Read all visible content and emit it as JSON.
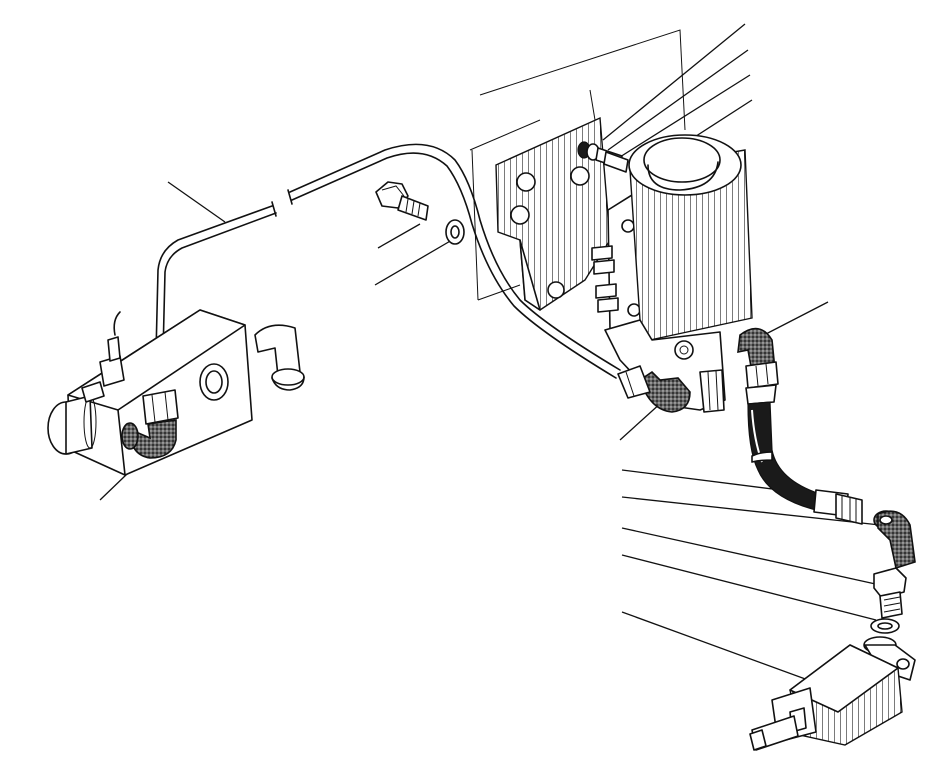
{
  "diagram": {
    "labels": []
  },
  "parts": [
    {
      "id": "distribution-block",
      "icon": "valve-block"
    },
    {
      "id": "rigid-pipe",
      "icon": "pipe"
    },
    {
      "id": "bolt",
      "icon": "bolt"
    },
    {
      "id": "washer",
      "icon": "washer"
    },
    {
      "id": "mounting-bracket",
      "icon": "bracket"
    },
    {
      "id": "reservoir",
      "icon": "fluid-reservoir"
    },
    {
      "id": "master-cylinder",
      "icon": "cylinder"
    },
    {
      "id": "flexible-hose",
      "icon": "hose"
    },
    {
      "id": "union-nut",
      "icon": "nut"
    },
    {
      "id": "elbow-fitting",
      "icon": "elbow"
    },
    {
      "id": "adapter",
      "icon": "adapter"
    },
    {
      "id": "sealing-washer",
      "icon": "washer"
    },
    {
      "id": "slave-cylinder",
      "icon": "cylinder"
    }
  ]
}
